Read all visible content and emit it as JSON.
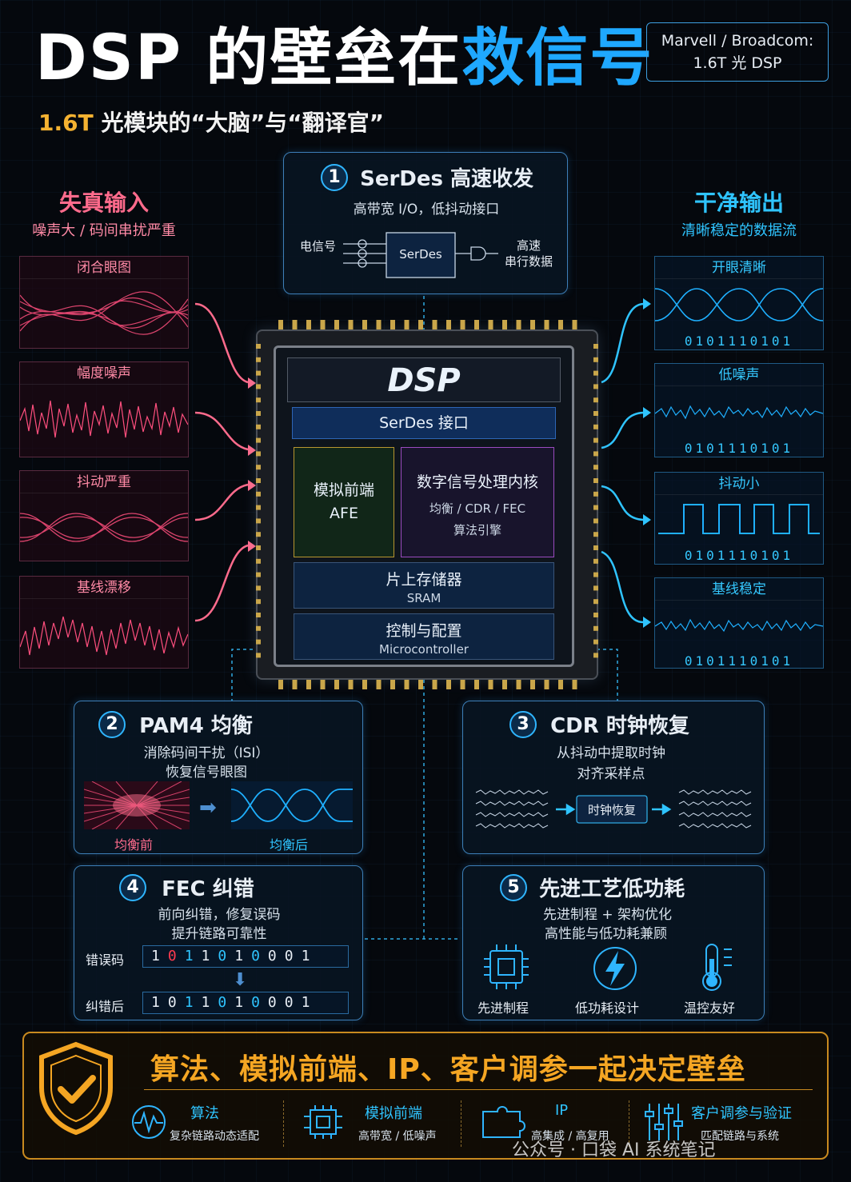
{
  "header": {
    "title_part1": "DSP 的壁垒在",
    "title_part2": "救信号",
    "subtitle_part1": "1.6T",
    "subtitle_part2": " 光模块的“大脑”与“翻译官”",
    "corner_line1": "Marvell / Broadcom:",
    "corner_line2": "1.6T 光 DSP"
  },
  "left": {
    "head": "失真输入",
    "sub": "噪声大 / 码间串扰严重",
    "boxes": [
      "闭合眼图",
      "幅度噪声",
      "抖动严重",
      "基线漂移"
    ]
  },
  "right": {
    "head": "干净输出",
    "sub": "清晰稳定的数据流",
    "boxes": [
      "开眼清晰",
      "低噪声",
      "抖动小",
      "基线稳定"
    ],
    "bits": "0101110101"
  },
  "serdes_panel": {
    "num": "1",
    "title": "SerDes 高速收发",
    "desc": "高带宽 I/O，低抖动接口",
    "in_label": "电信号",
    "block_label": "SerDes",
    "out_label1": "高速",
    "out_label2": "串行数据"
  },
  "chip": {
    "name": "DSP",
    "serdes": "SerDes 接口",
    "afe1": "模拟前端",
    "afe2": "AFE",
    "dsp_core": "数字信号处理内核",
    "dsp_core_sub1": "均衡 / CDR / FEC",
    "dsp_core_sub2": "算法引擎",
    "mem": "片上存储器",
    "mem_sub": "SRAM",
    "ctrl": "控制与配置",
    "ctrl_sub": "Microcontroller"
  },
  "pam4": {
    "num": "2",
    "title": "PAM4 均衡",
    "desc1": "消除码间干扰（ISI）",
    "desc2": "恢复信号眼图",
    "before": "均衡前",
    "after": "均衡后"
  },
  "cdr": {
    "num": "3",
    "title": "CDR 时钟恢复",
    "desc1": "从抖动中提取时钟",
    "desc2": "对齐采样点",
    "block": "时钟恢复"
  },
  "fec": {
    "num": "4",
    "title": "FEC 纠错",
    "desc1": "前向纠错，修复误码",
    "desc2": "提升链路可靠性",
    "row1_label": "错误码",
    "row2_label": "纠错后",
    "row1_bits": [
      "1",
      "0",
      "1",
      "1",
      "0",
      "1",
      "0",
      "0",
      "0",
      "1"
    ],
    "row1_colors": [
      "w",
      "r",
      "g",
      "w",
      "g",
      "w",
      "g",
      "w",
      "w",
      "w"
    ],
    "row2_bits": [
      "1",
      "0",
      "1",
      "1",
      "0",
      "1",
      "0",
      "0",
      "0",
      "1"
    ],
    "row2_colors": [
      "w",
      "w",
      "g",
      "w",
      "g",
      "w",
      "g",
      "w",
      "w",
      "w"
    ]
  },
  "process": {
    "num": "5",
    "title": "先进工艺低功耗",
    "desc1": "先进制程 + 架构优化",
    "desc2": "高性能与低功耗兼顾",
    "items": [
      "先进制程",
      "低功耗设计",
      "温控友好"
    ]
  },
  "bottom": {
    "title": "算法、模拟前端、IP、客户调参一起决定壁垒",
    "items": [
      {
        "title": "算法",
        "sub": "复杂链路动态适配"
      },
      {
        "title": "模拟前端",
        "sub": "高带宽 / 低噪声"
      },
      {
        "title": "IP",
        "sub": "高集成 / 高复用"
      },
      {
        "title": "客户调参与验证",
        "sub": "匹配链路与系统"
      }
    ]
  },
  "watermark": "公众号 · 口袋 AI 系统笔记"
}
